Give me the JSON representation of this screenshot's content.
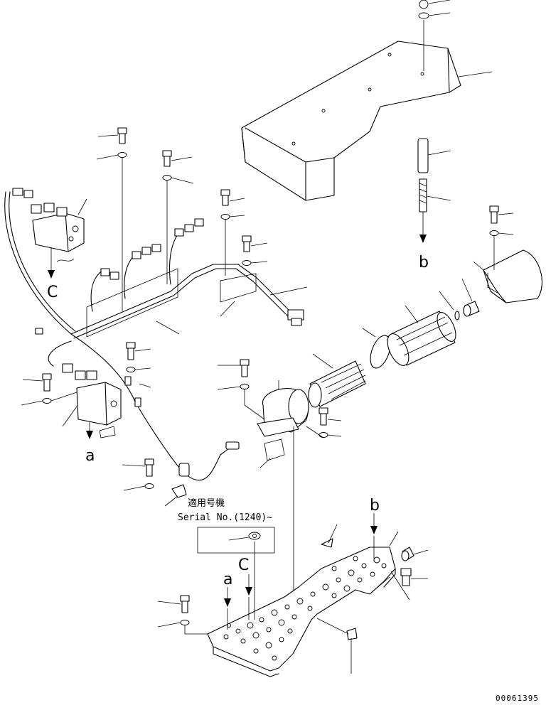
{
  "applicability": {
    "jp_label": "適用号機",
    "serial_label": "Serial No.(1240)~"
  },
  "view_letters": {
    "a": "a",
    "b": "b",
    "c": "C"
  },
  "document_number": "00061395"
}
